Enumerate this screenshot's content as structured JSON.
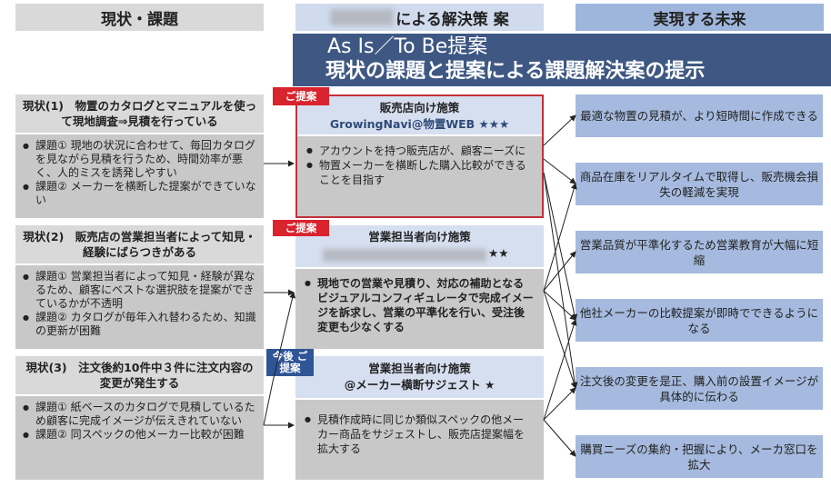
{
  "headers": {
    "current": "現状・課題",
    "solution": "による解決策 案",
    "future": "実現する未来"
  },
  "current": [
    {
      "title": "現状(1)　物置のカタログとマニュアルを使って現地調査⇒見積を行っている",
      "items": [
        "課題① 現地の状況に合わせて、毎回カタログを見ながら見積を行うため、時間効率が悪く、人的ミスを誘発しやすい",
        "課題② メーカーを横断した提案ができていない"
      ]
    },
    {
      "title": "現状(2)　販売店の営業担当者によって知見・経験にばらつきがある",
      "items": [
        "課題① 営業担当者によって知見・経験が異なるため、顧客にベストな選択肢を提案ができているかが不透明",
        "課題② カタログが毎年入れ替わるため、知識の更新が困難"
      ]
    },
    {
      "title": "現状(3)　注文後約10件中３件に注文内容の変更が発生する",
      "items": [
        "課題① 紙ベースのカタログで見積しているため顧客に完成イメージが伝えきれていない",
        "課題② 同スペックの他メーカー比較が困難"
      ]
    }
  ],
  "solutions": [
    {
      "tag": "ご提案",
      "title": "販売店向け施策",
      "subtitle": "GrowingNavi@物置WEB ★★★",
      "items": [
        "アカウントを持つ販売店が、顧客ニーズに",
        "物置メーカーを横断した購入比較ができることを目指す"
      ]
    },
    {
      "tag": "ご提案",
      "title": "営業担当者向け施策",
      "subtitle": "★★",
      "items": [
        "現地での営業や見積り、対応の補助となるビジュアルコンフィギュレータで完成イメージを訴求し、営業の平準化を行い、受注後変更も少なくする"
      ]
    },
    {
      "tag": "今後 ご提案",
      "title": "営業担当者向け施策",
      "subtitle": "@メーカー横断サジェスト ★",
      "items": [
        "見積作成時に同じか類似スペックの他メーカー商品をサジェストし、販売店提案幅を拡大する"
      ]
    }
  ],
  "future": [
    "最適な物置の見積が、より短時間に作成できる",
    "商品在庫をリアルタイムで取得し、販売機会損失の軽減を実現",
    "営業品質が平準化するため営業教育が大幅に短縮",
    "他社メーカーの比較提案が即時でできるようになる",
    "注文後の変更を是正、購入前の設置イメージが具体的に伝わる",
    "購買ニーズの集約・把握により、メーカ窓口を拡大"
  ],
  "overlay": {
    "title": "As Is／To Be提案",
    "subtitle": "現状の課題と提案による課題解決案の提示"
  },
  "colors": {
    "red": "#d9232d",
    "blue_tag": "#2f5597",
    "future_bg": "#a5bade"
  }
}
